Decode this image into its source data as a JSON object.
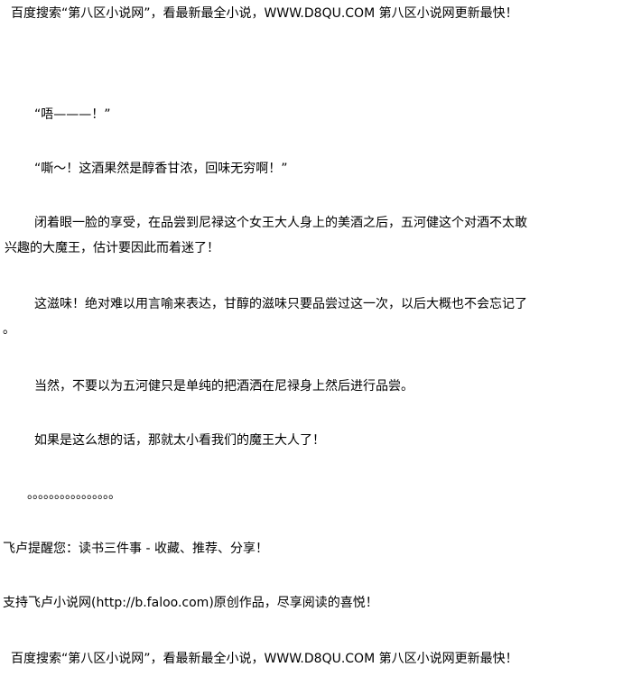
{
  "header_ad": "百度搜索“第八区小说网”，看最新最全小说，WWW.D8QU.COM   第八区小说网更新最快！",
  "paragraphs": [
    "“唔———！”",
    "“嘶～！这酒果然是醇香甘浓，回味无穷啊！”",
    "闭着眼一脸的享受，在品尝到尼禄这个女王大人身上的美酒之后，五河健这个对酒不太敢",
    "兴趣的大魔王，估计要因此而着迷了！",
    "这滋味！绝对难以用言喻来表达，甘醇的滋味只要品尝过这一次，以后大概也不会忘记了",
    "。",
    "当然，不要以为五河健只是单纯的把酒洒在尼禄身上然后进行品尝。",
    "如果是这么想的话，那就太小看我们的魔王大人了！",
    "。。。。。。。。。。。。。。。。"
  ],
  "footer_reminder": "飞卢提醒您：读书三件事 - 收藏、推荐、分享！",
  "footer_support": "支持飞卢小说网(http://b.faloo.com)原创作品，尽享阅读的喜悦！",
  "footer_ad": "百度搜索“第八区小说网”，看最新最全小说，WWW.D8QU.COM   第八区小说网更新最快！"
}
